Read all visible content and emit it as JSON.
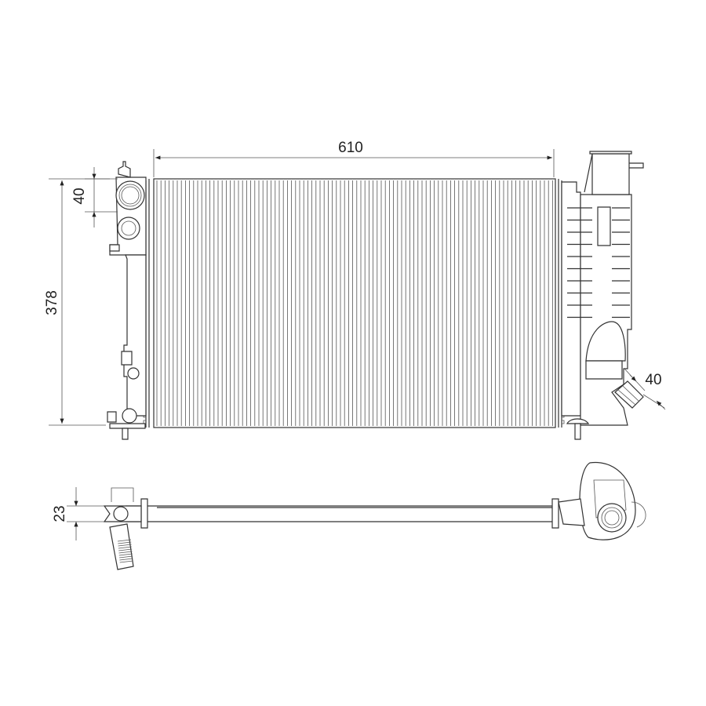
{
  "drawing": {
    "title": "Radiator dimension drawing",
    "dimensions": {
      "width": "610",
      "height": "378",
      "inlet_diameter": "40",
      "outlet_diameter": "40",
      "core_depth": "23"
    }
  },
  "colors": {
    "line": "#333333",
    "background": "#ffffff"
  }
}
